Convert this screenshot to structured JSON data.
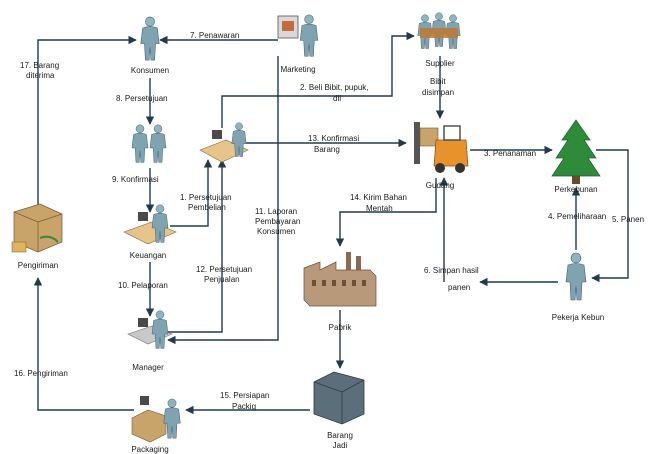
{
  "nodes": {
    "konsumen": "Konsumen",
    "marketing": "Marketing",
    "supplier": "Supplier",
    "gudang": "Gudang",
    "perkebunan": "Perkebunan",
    "pekerja": "Pekerja Kebun",
    "keuangan": "Keuangan",
    "manager": "Manager",
    "pabrik": "Pabrik",
    "barang_jadi_1": "Barang",
    "barang_jadi_2": "Jadi",
    "packaging": "Packaging",
    "pengiriman": "Pengiriman"
  },
  "flows": {
    "f1a": "1. Persetujuan",
    "f1b": "Pembelian",
    "f2a": "2. Beli Bibit, pupuk,",
    "f2b": "dll",
    "f3": "3. Penanaman",
    "f4": "4. Pemeliharaan",
    "f5": "5. Panen",
    "f6a": "6. Simpan hasil",
    "f6b": "panen",
    "f7": "7. Penawaran",
    "f8": "8. Persetujuan",
    "f9": "9. Konfirmasi",
    "f10": "10. Pelaporan",
    "f11a": "11. Laporan",
    "f11b": "Pembayaran",
    "f11c": "Konsumen",
    "f12a": "12. Persetujuan",
    "f12b": "Penjualan",
    "f13a": "13. Konfirmasi",
    "f13b": "Barang",
    "f14a": "14. Kirim Bahan",
    "f14b": "Mentah",
    "f15a": "15. Persiapan",
    "f15b": "Packig",
    "f16": "16. Pengiriman",
    "f17a": "17. Barang",
    "f17b": "diterima",
    "bibit_a": "Bibit",
    "bibit_b": "disimpan"
  },
  "colors": {
    "line": "#1f3b4d",
    "person": "#7fa3b1",
    "tree": "#2e8b3a",
    "factory": "#b89a7a",
    "box": "#c9a46a"
  }
}
